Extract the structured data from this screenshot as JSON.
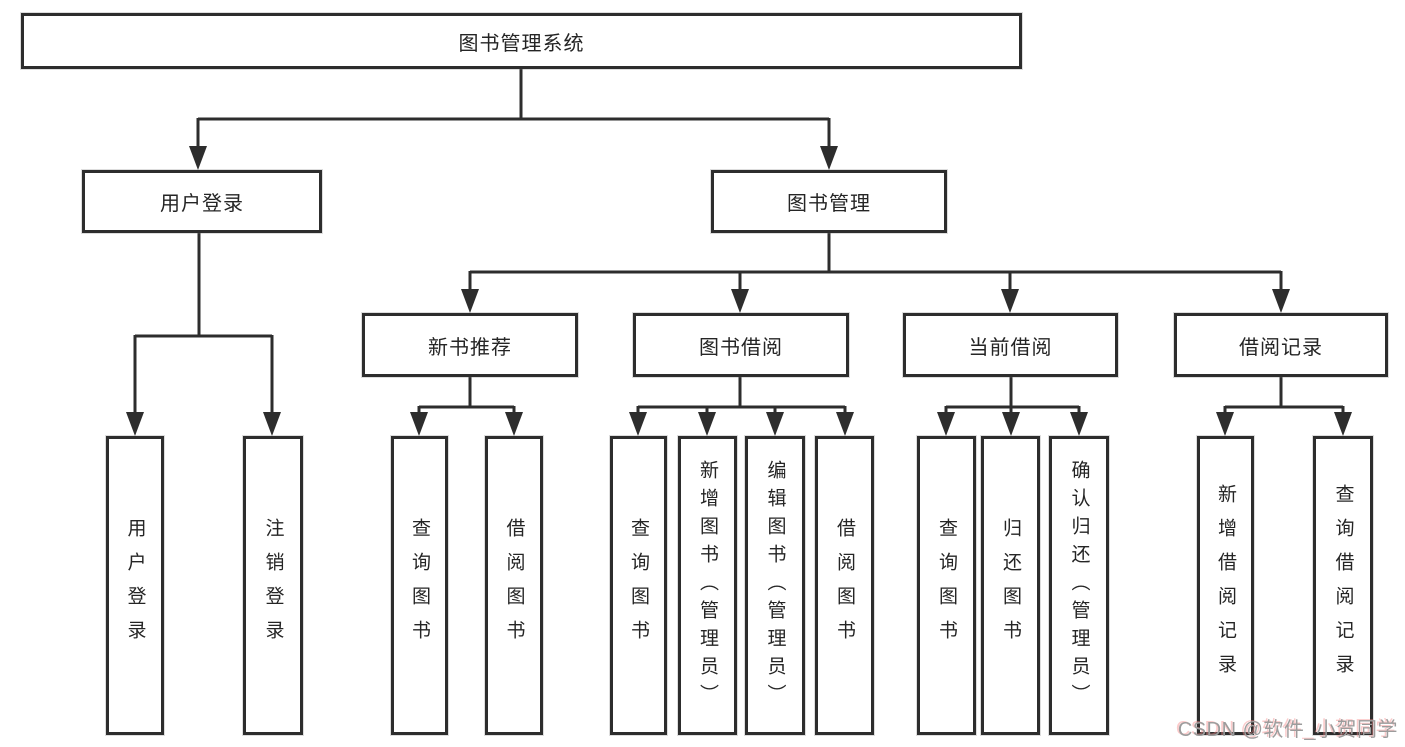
{
  "colors": {
    "background": "#ffffff",
    "line": "#2d2d2d",
    "box_border": "#2d2d2d",
    "text": "#252525",
    "watermark_text": "#9c9c9c",
    "watermark_shadow": "#f78c8c"
  },
  "nodes": {
    "root": {
      "label": "图书管理系统"
    },
    "level2": [
      {
        "label": "用户登录"
      },
      {
        "label": "图书管理"
      }
    ],
    "level3": [
      {
        "label": "新书推荐"
      },
      {
        "label": "图书借阅"
      },
      {
        "label": "当前借阅"
      },
      {
        "label": "借阅记录"
      }
    ],
    "leaves": {
      "login": [
        {
          "label": "用户登录"
        },
        {
          "label": "注销登录"
        }
      ],
      "recommend": [
        {
          "label": "查询图书"
        },
        {
          "label": "借阅图书"
        }
      ],
      "borrow": [
        {
          "label": "查询图书"
        },
        {
          "label": "新增图书（管理员）"
        },
        {
          "label": "编辑图书（管理员）"
        },
        {
          "label": "借阅图书"
        }
      ],
      "current": [
        {
          "label": "查询图书"
        },
        {
          "label": "归还图书"
        },
        {
          "label": "确认归还（管理员）"
        }
      ],
      "records": [
        {
          "label": "新增借阅记录"
        },
        {
          "label": "查询借阅记录"
        }
      ]
    }
  },
  "watermark": {
    "text": "CSDN @软件_小贺同学"
  }
}
